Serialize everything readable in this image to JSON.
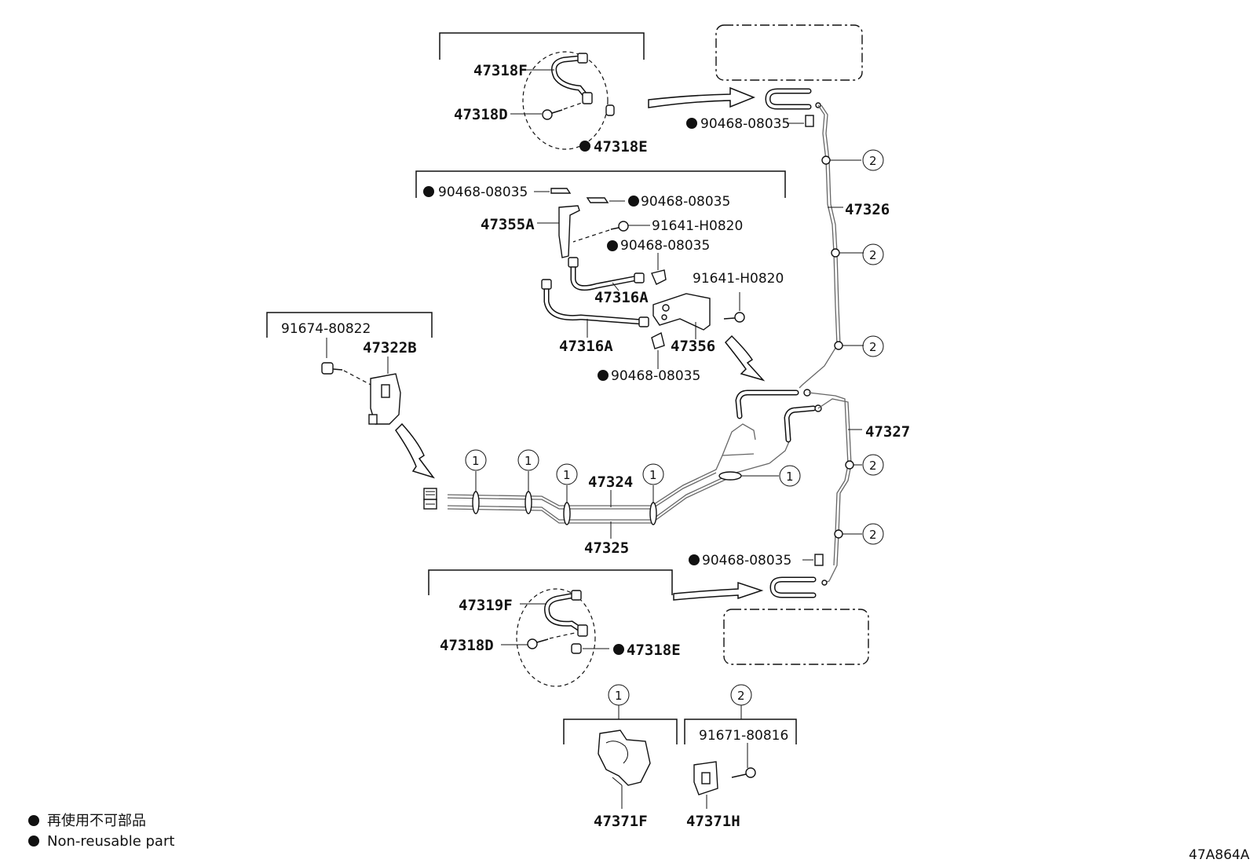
{
  "labels": {
    "p47318F": "47318F",
    "p47318D_top": "47318D",
    "p47318E_top": "47318E",
    "clip_top_right": "90468-08035",
    "clip_left_a": "90468-08035",
    "clip_right_a": "90468-08035",
    "p47355A": "47355A",
    "bolt_a": "91641-H0820",
    "clip_mid": "90468-08035",
    "p47316A_upper": "47316A",
    "bolt_b": "91641-H0820",
    "p47316A_lower": "47316A",
    "p47356": "47356",
    "clip_lower_mid": "90468-08035",
    "p91674": "91674-80822",
    "p47322B": "47322B",
    "p47326": "47326",
    "p47327": "47327",
    "p47324": "47324",
    "p47325": "47325",
    "clip_bottom_right": "90468-08035",
    "p47319F": "47319F",
    "p47318D_bottom": "47318D",
    "p47318E_bottom": "47318E",
    "p91671": "91671-80816",
    "p47371F": "47371F",
    "p47371H": "47371H"
  },
  "callouts": {
    "one": "1",
    "two": "2"
  },
  "legend": {
    "line_jp": "再使用不可部品",
    "line_en": "Non-reusable part"
  },
  "diagram_code": "47A864A"
}
